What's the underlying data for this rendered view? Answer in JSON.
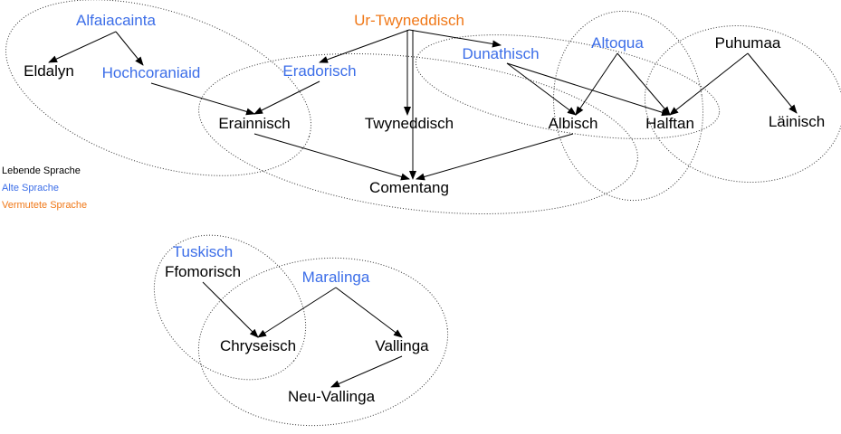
{
  "colors": {
    "living": "#000000",
    "ancient": "#3c6ee8",
    "hypothetical": "#f07818"
  },
  "legend": [
    {
      "label": "Lebende Sprache",
      "kind": "living"
    },
    {
      "label": "Alte Sprache",
      "kind": "ancient"
    },
    {
      "label": "Vermutete Sprache",
      "kind": "hypothetical"
    }
  ],
  "languages": [
    {
      "id": "alfaiacainta",
      "label": "Alfaiacainta",
      "kind": "ancient"
    },
    {
      "id": "eldalyn",
      "label": "Eldalyn",
      "kind": "living"
    },
    {
      "id": "hochcoraniaid",
      "label": "Hochcoraniaid",
      "kind": "ancient"
    },
    {
      "id": "ur_twyneddisch",
      "label": "Ur-Twyneddisch",
      "kind": "hypothetical"
    },
    {
      "id": "eradorisch",
      "label": "Eradorisch",
      "kind": "ancient"
    },
    {
      "id": "dunathisch",
      "label": "Dunathisch",
      "kind": "ancient"
    },
    {
      "id": "altoqua",
      "label": "Altoqua",
      "kind": "ancient"
    },
    {
      "id": "puhumaa",
      "label": "Puhumaa",
      "kind": "living"
    },
    {
      "id": "erainnisch",
      "label": "Erainnisch",
      "kind": "living"
    },
    {
      "id": "twyneddisch",
      "label": "Twyneddisch",
      "kind": "living"
    },
    {
      "id": "albisch",
      "label": "Albisch",
      "kind": "living"
    },
    {
      "id": "halftan",
      "label": "Halftan",
      "kind": "living"
    },
    {
      "id": "lainisch",
      "label": "Läinisch",
      "kind": "living"
    },
    {
      "id": "comentang",
      "label": "Comentang",
      "kind": "living"
    },
    {
      "id": "tuskisch",
      "label": "Tuskisch",
      "kind": "ancient"
    },
    {
      "id": "ffomorisch",
      "label": "Ffomorisch",
      "kind": "living"
    },
    {
      "id": "maralinga",
      "label": "Maralinga",
      "kind": "ancient"
    },
    {
      "id": "chryseisch",
      "label": "Chryseisch",
      "kind": "living"
    },
    {
      "id": "vallinga",
      "label": "Vallinga",
      "kind": "living"
    },
    {
      "id": "neu_vallinga",
      "label": "Neu-Vallinga",
      "kind": "living"
    }
  ],
  "relations": [
    {
      "from": "alfaiacainta",
      "to": "eldalyn"
    },
    {
      "from": "alfaiacainta",
      "to": "hochcoraniaid"
    },
    {
      "from": "hochcoraniaid",
      "to": "erainnisch"
    },
    {
      "from": "eradorisch",
      "to": "erainnisch"
    },
    {
      "from": "ur_twyneddisch",
      "to": "eradorisch"
    },
    {
      "from": "ur_twyneddisch",
      "to": "twyneddisch"
    },
    {
      "from": "ur_twyneddisch",
      "to": "dunathisch"
    },
    {
      "from": "ur_twyneddisch",
      "to": "comentang"
    },
    {
      "from": "dunathisch",
      "to": "albisch"
    },
    {
      "from": "dunathisch",
      "to": "halftan"
    },
    {
      "from": "altoqua",
      "to": "albisch"
    },
    {
      "from": "altoqua",
      "to": "halftan"
    },
    {
      "from": "puhumaa",
      "to": "halftan"
    },
    {
      "from": "puhumaa",
      "to": "lainisch"
    },
    {
      "from": "erainnisch",
      "to": "comentang"
    },
    {
      "from": "albisch",
      "to": "comentang"
    },
    {
      "from": "ffomorisch",
      "to": "chryseisch"
    },
    {
      "from": "maralinga",
      "to": "chryseisch"
    },
    {
      "from": "maralinga",
      "to": "vallinga"
    },
    {
      "from": "vallinga",
      "to": "neu_vallinga"
    }
  ]
}
